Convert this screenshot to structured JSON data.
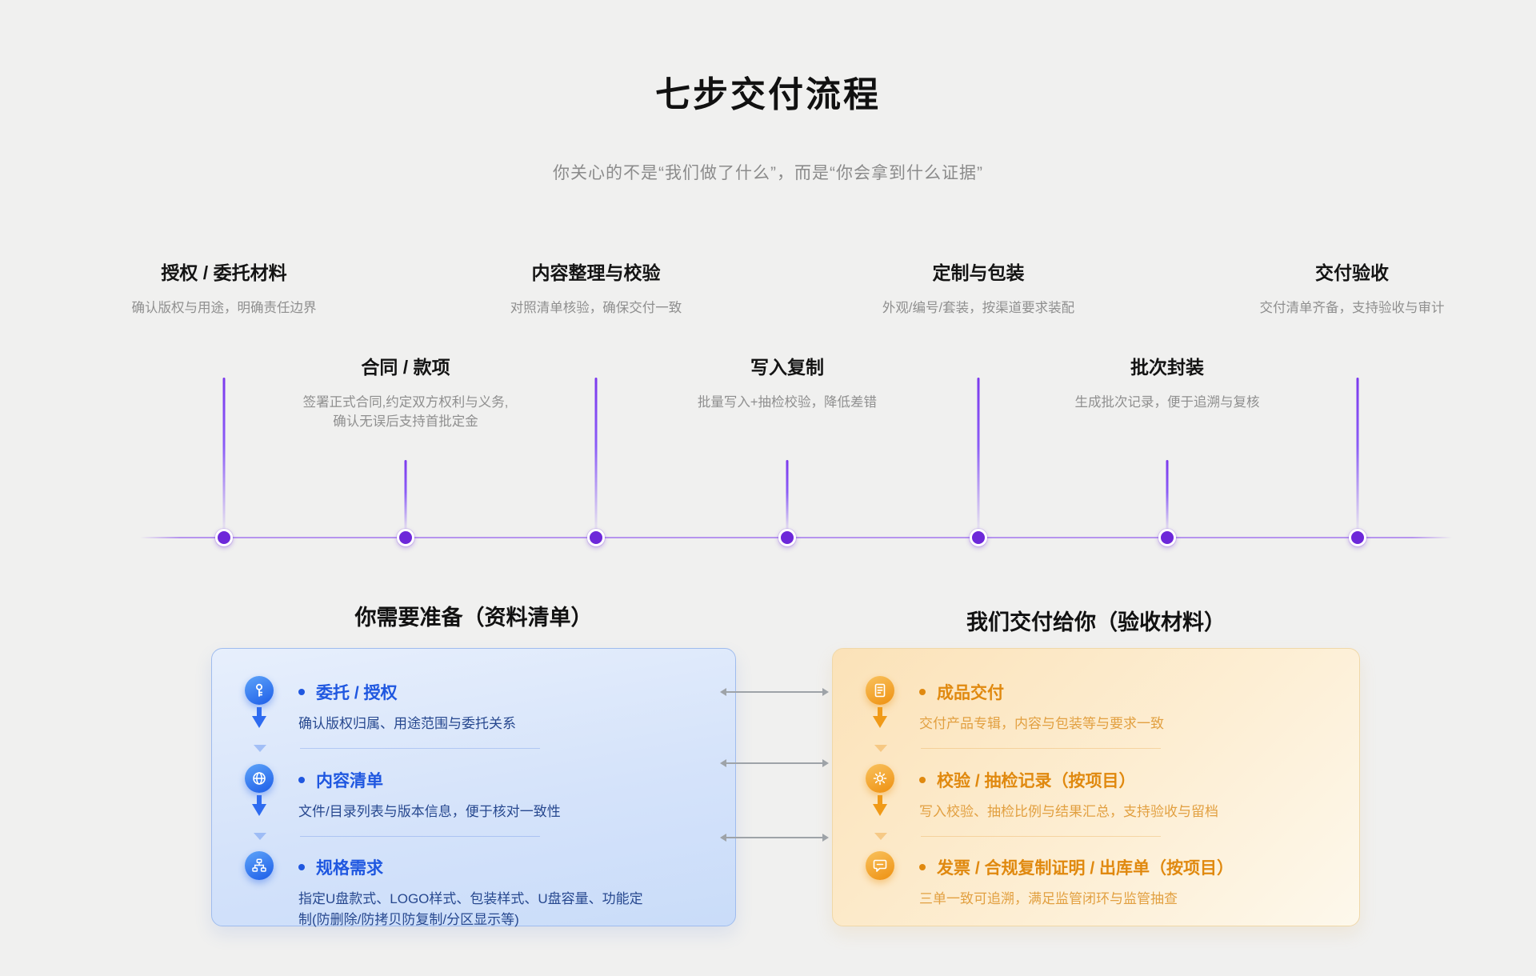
{
  "page": {
    "title": "七步交付流程",
    "subtitle": "你关心的不是“我们做了什么”，而是“你会拿到什么证据”"
  },
  "timeline": {
    "steps": [
      {
        "title": "授权 / 委托材料",
        "desc": "确认版权与用途，明确责任边界",
        "position": "top"
      },
      {
        "title": "合同 / 款项",
        "desc": "签署正式合同,约定双方权利与义务,确认无误后支持首批定金",
        "position": "bottom"
      },
      {
        "title": "内容整理与校验",
        "desc": "对照清单核验，确保交付一致",
        "position": "top"
      },
      {
        "title": "写入复制",
        "desc": "批量写入+抽检校验，降低差错",
        "position": "bottom"
      },
      {
        "title": "定制与包装",
        "desc": "外观/编号/套装，按渠道要求装配",
        "position": "top"
      },
      {
        "title": "批次封装",
        "desc": "生成批次记录，便于追溯与复核",
        "position": "bottom"
      },
      {
        "title": "交付验收",
        "desc": "交付清单齐备，支持验收与审计",
        "position": "top"
      }
    ],
    "colors": {
      "dot": "#6d28d9",
      "stem": "#7c3aed",
      "line": "#8b5cf6"
    }
  },
  "prepare_panel": {
    "header": "你需要准备（资料清单）",
    "items": [
      {
        "icon": "pen-key-icon",
        "title": "委托 / 授权",
        "desc": "确认版权归属、用途范围与委托关系"
      },
      {
        "icon": "globe-icon",
        "title": "内容清单",
        "desc": "文件/目录列表与版本信息，便于核对一致性"
      },
      {
        "icon": "sitemap-icon",
        "title": "规格需求",
        "desc": "指定U盘款式、LOGO样式、包装样式、U盘容量、功能定制(防删除/防拷贝防复制/分区显示等)"
      }
    ],
    "colors": {
      "accent": "#1f57e0",
      "text": "#27488f",
      "bg_from": "#e7effc",
      "bg_to": "#c9dcf9"
    }
  },
  "deliver_panel": {
    "header": "我们交付给你（验收材料）",
    "items": [
      {
        "icon": "document-icon",
        "title": "成品交付",
        "desc": "交付产品专辑，内容与包装等与要求一致"
      },
      {
        "icon": "gear-icon",
        "title": "校验 / 抽检记录（按项目）",
        "desc": "写入校验、抽检比例与结果汇总，支持验收与留档"
      },
      {
        "icon": "chat-bubble-icon",
        "title": "发票 / 合规复制证明 / 出库单（按项目）",
        "desc": "三单一致可追溯，满足监管闭环与监管抽查"
      }
    ],
    "colors": {
      "accent": "#e0890f",
      "text": "#e2a041",
      "bg_from": "#fbe2b8",
      "bg_to": "#fdf8ec"
    }
  },
  "icons": {
    "pen-key-icon": "key/pen glyph in blue circle",
    "globe-icon": "globe glyph in blue circle",
    "sitemap-icon": "network hierarchy glyph in blue circle",
    "document-icon": "document with lines glyph in orange circle",
    "gear-icon": "gear glyph in orange circle",
    "chat-bubble-icon": "speech bubble glyph in orange circle",
    "down-arrow-icon": "thick downward arrow under pin circles",
    "caret-down-icon": "small triangle between list items",
    "connector-arrow": "gray double-headed horizontal arrow between panels"
  }
}
